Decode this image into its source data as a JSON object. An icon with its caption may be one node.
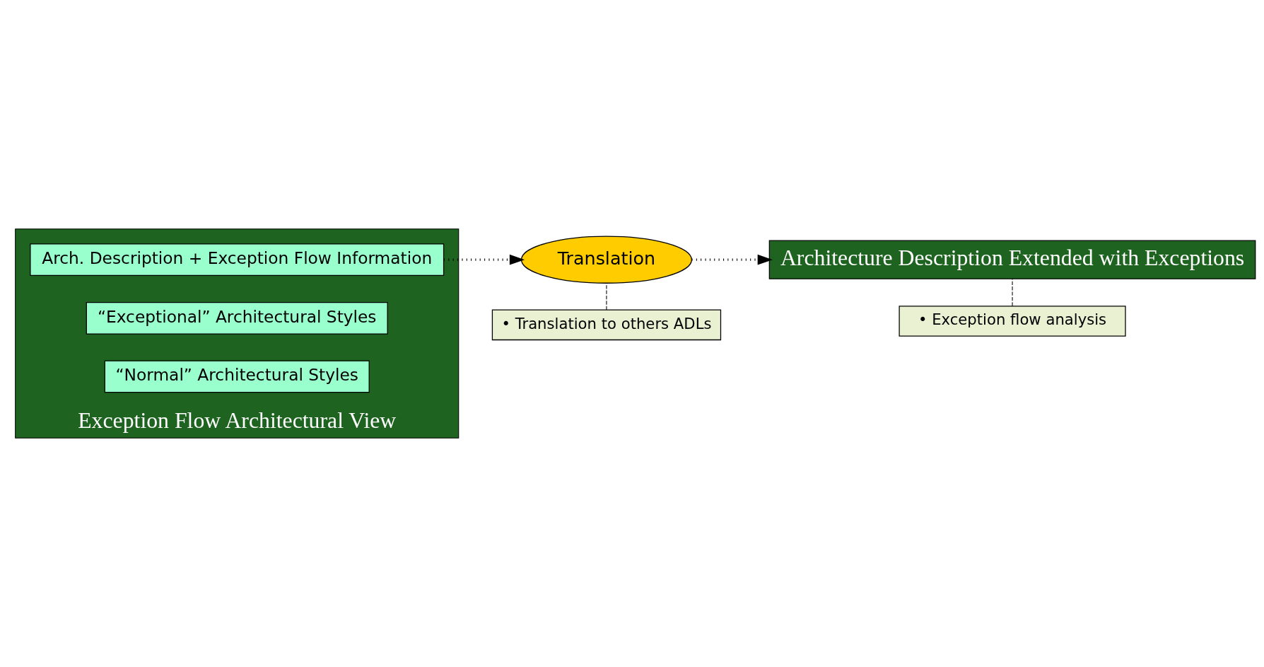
{
  "diagram": {
    "nodes": [
      {
        "text": [
          "Exception Flow Architectural View"
        ]
      },
      {
        "text": [
          "“Normal” Architectural Styles"
        ],
        "in": 0
      },
      {
        "text": [
          "“Exceptional” Architectural Styles"
        ],
        "in": 0
      },
      {
        "text": [
          "Arch. Description + Exception Flow Information"
        ],
        "in": 0
      },
      {
        "text": [
          "Translation"
        ]
      },
      {
        "text": [
          "Architecture Description Extended with Exceptions"
        ]
      },
      {
        "text": [
          "• Translation to others ADLs"
        ]
      },
      {
        "text": [
          "• Exception flow analysis"
        ]
      }
    ],
    "edges": [
      {
        "from": 3,
        "to": 4,
        "arrow": "to",
        "style": "dashed"
      },
      {
        "from": 4,
        "to": 5,
        "arrow": "to",
        "style": "dashed"
      },
      {
        "from": 6,
        "to": 4,
        "arrow": "none"
      },
      {
        "from": 7,
        "to": 5,
        "arrow": "none"
      }
    ]
  }
}
